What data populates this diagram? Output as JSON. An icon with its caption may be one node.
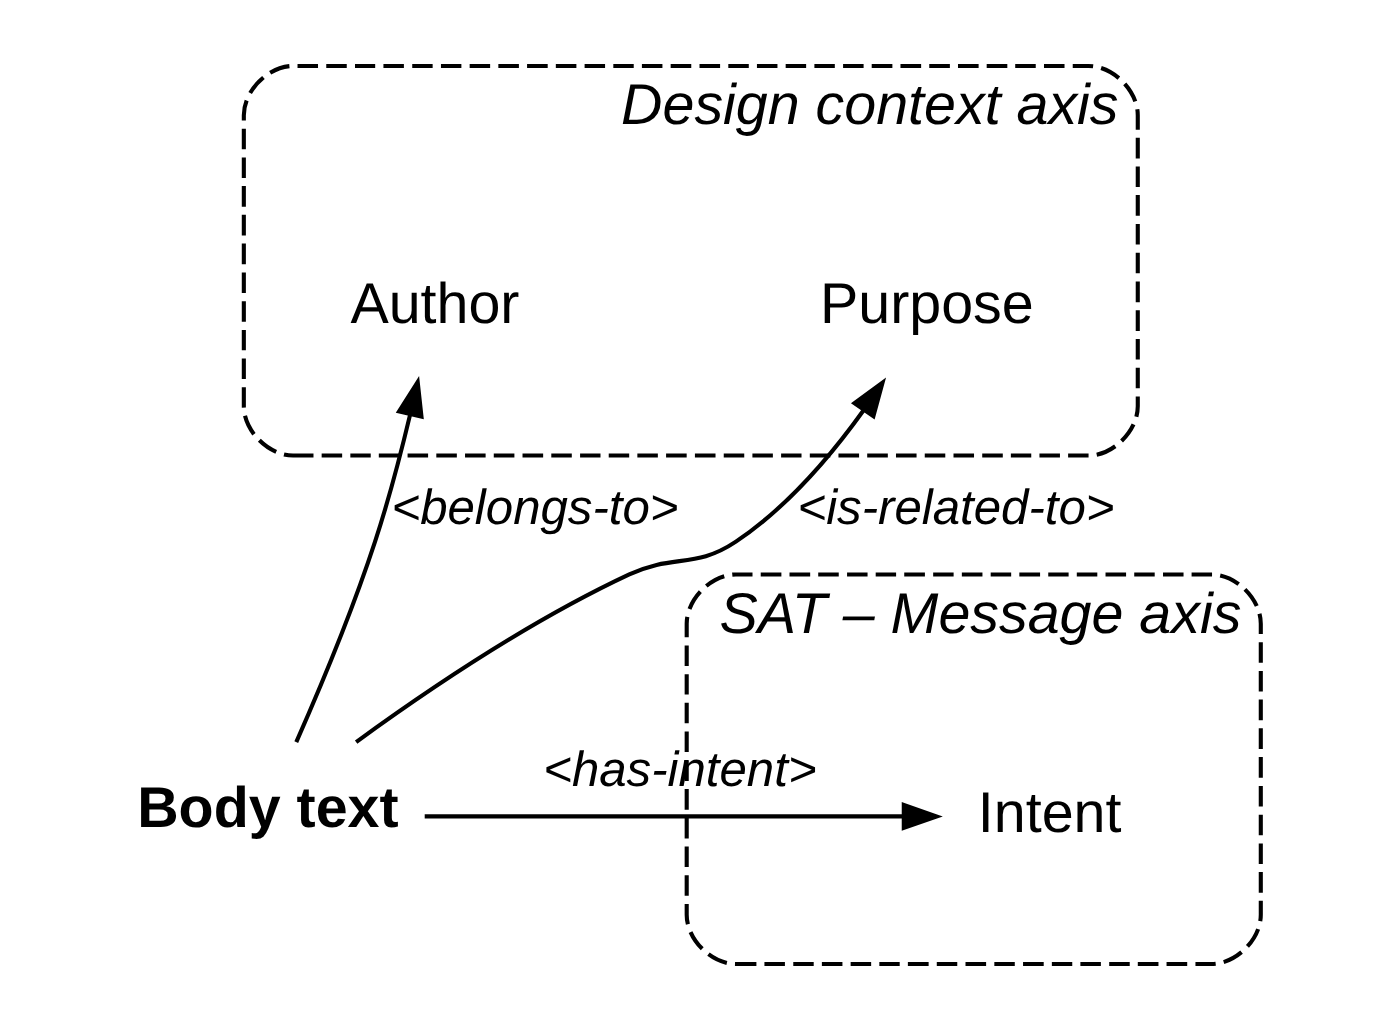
{
  "diagram": {
    "nodes": [
      {
        "text": [
          "Design context axis"
        ]
      },
      {
        "text": [
          "Author"
        ],
        "in": 0
      },
      {
        "text": [
          "SAT – Message axis"
        ]
      },
      {
        "text": [
          "Body text"
        ]
      },
      {
        "text": [
          "Intent"
        ],
        "in": 2
      },
      {
        "text": [
          "Purpose"
        ],
        "in": 0
      }
    ],
    "edges": [
      {
        "from": 3,
        "to": 1,
        "arrow": "to",
        "label": "<belongs-to>"
      },
      {
        "from": 3,
        "to": 4,
        "arrow": "to",
        "label": "<has-intent>"
      },
      {
        "from": 3,
        "to": 5,
        "arrow": "to",
        "label": "<is-related-to>"
      }
    ]
  }
}
